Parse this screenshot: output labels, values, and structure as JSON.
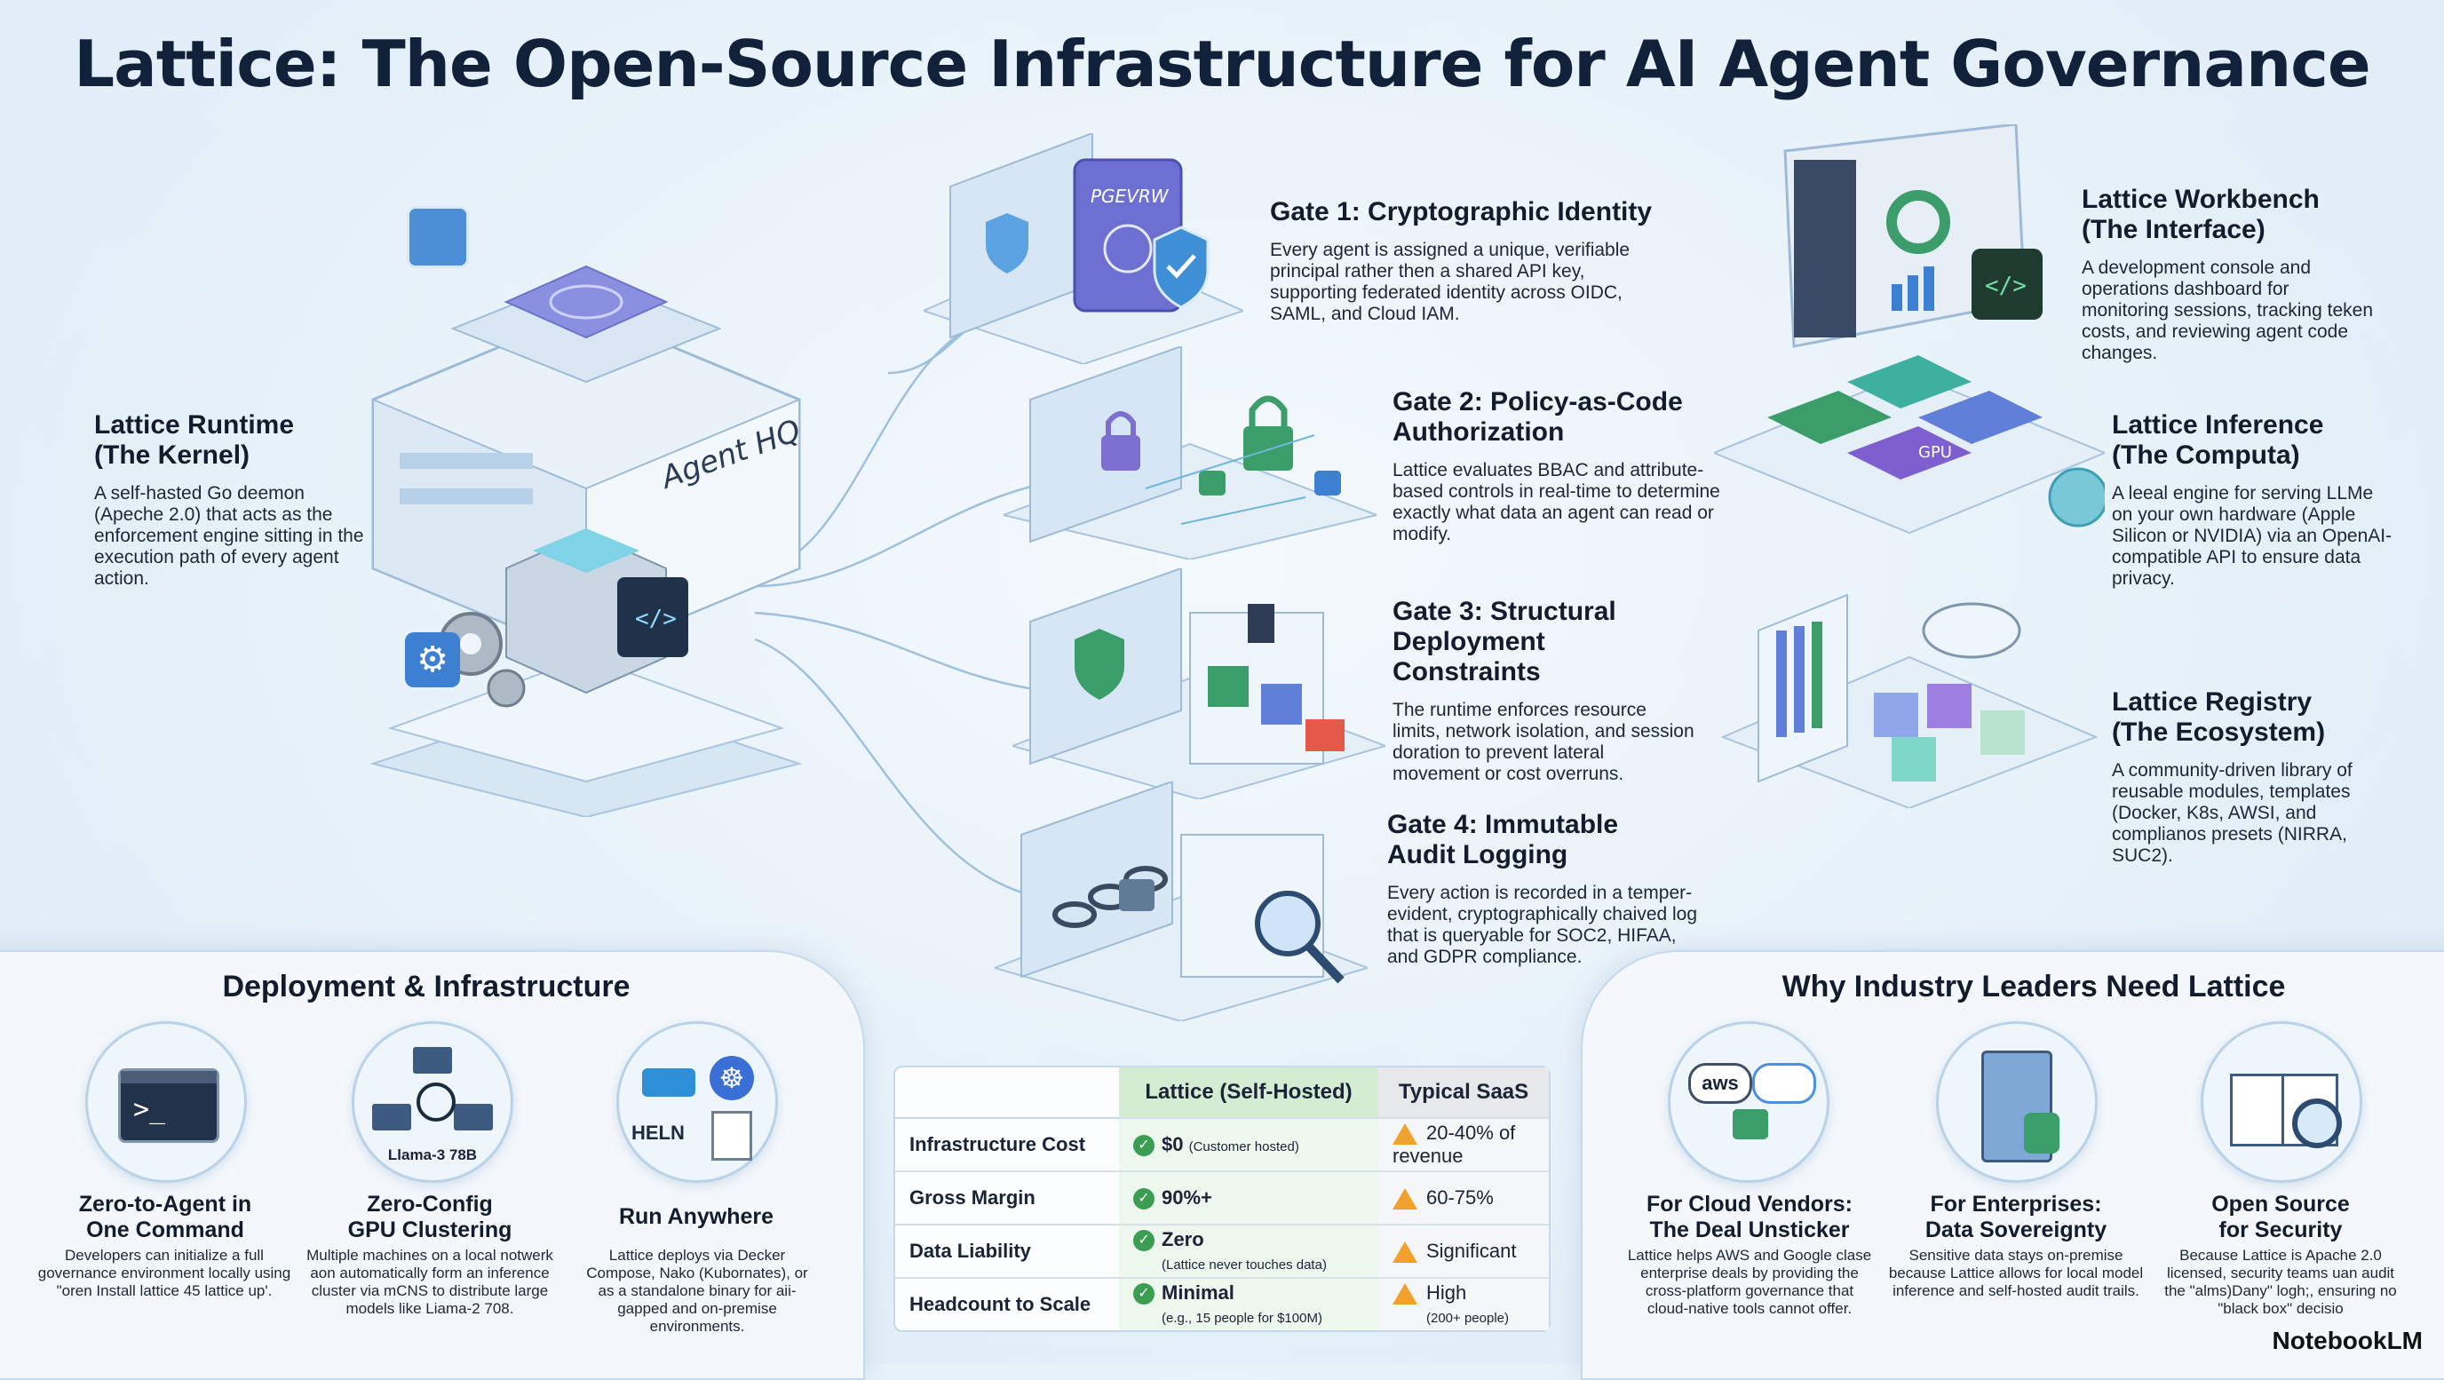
{
  "title": "Lattice: The Open-Source Infrastructure for AI Agent Governance",
  "runtime": {
    "heading": "Lattice Runtime\n(The Kernel)",
    "body": "A self-hasted Go deemon (Apeche 2.0) that acts as the enforcement engine sitting in the execution path of every agent action.",
    "building_label": "Agent HQ"
  },
  "gates": [
    {
      "heading": "Gate 1: Cryptographic Identity",
      "body": "Every agent is assigned a unique, verifiable principal rather then a shared API key, supporting federated identity across OIDC, SAML, and Cloud IAM."
    },
    {
      "heading": "Gate 2: Policy-as-Code\nAuthorization",
      "body": "Lattice evaluates BBAC and attribute-based controls in real-time to determine exactly what data an agent can read or modify."
    },
    {
      "heading": "Gate 3: Structural\nDeployment Constraints",
      "body": "The runtime enforces resource limits, network isolation, and session doration to prevent lateral movement or cost overruns."
    },
    {
      "heading": "Gate 4: Immutable\nAudit Logging",
      "body": "Every action is recorded in a temper-evident, cryptographically chaived log that is queryable for SOC2, HIFAA, and GDPR compliance."
    }
  ],
  "gate1_card_label": "PGEVRW",
  "components": [
    {
      "heading": "Lattice Workbench\n(The Interface)",
      "body": "A development console and operations dashboard for monitoring sessions, tracking teken costs, and reviewing agent code changes."
    },
    {
      "heading": "Lattice Inference\n(The Computa)",
      "body": "A leeal engine for serving LLMe on your own hardware (Apple Silicon or NVIDIA) via an OpenAI-compatible API to ensure data privacy."
    },
    {
      "heading": "Lattice Registry\n(The Ecosystem)",
      "body": "A community-driven library of reusable modules, templates (Docker, K8s, AWSI, and complianos presets (NIRRA, SUC2)."
    }
  ],
  "gpu_chip_label": "GPU",
  "deployment": {
    "section_title": "Deployment & Infrastructure",
    "items": [
      {
        "title": "Zero-to-Agent in\nOne Command",
        "desc": "Developers can initialize a full governance environment locally using \"oren Install lattice 45 lattice up'.",
        "icon_caption": ""
      },
      {
        "title": "Zero-Config\nGPU Clustering",
        "desc": "Multiple machines on a local notwerk aon automatically form an inference cluster via mCNS to distribute large models like Liama-2 708.",
        "icon_caption": "Llama-3 78B"
      },
      {
        "title": "Run Anywhere",
        "desc": "Lattice deploys via Decker Compose, Nako (Kubornates), or as a standalone binary for aii-gapped and on-premise environments.",
        "icon_caption": "HELN"
      }
    ]
  },
  "comparison": {
    "headers": [
      "",
      "Lattice (Self-Hosted)",
      "Typical SaaS"
    ],
    "rows": [
      {
        "label": "Infrastructure Cost",
        "lattice": "$0",
        "lattice_note": "(Customer hosted)",
        "saas": "20-40% of revenue",
        "saas_note": ""
      },
      {
        "label": "Gross Margin",
        "lattice": "90%+",
        "lattice_note": "",
        "saas": "60-75%",
        "saas_note": ""
      },
      {
        "label": "Data Liability",
        "lattice": "Zero",
        "lattice_note": "(Lattice never touches data)",
        "saas": "Significant",
        "saas_note": ""
      },
      {
        "label": "Headcount to Scale",
        "lattice": "Minimal",
        "lattice_note": "(e.g., 15 people for $100M)",
        "saas": "High",
        "saas_note": "(200+ people)"
      }
    ]
  },
  "why": {
    "section_title": "Why Industry Leaders Need Lattice",
    "items": [
      {
        "title": "For Cloud Vendors:\nThe Deal Unsticker",
        "desc": "Lattice helps AWS and Google clase enterprise deals by providing the cross-platform governance that cloud-native tools cannot offer.",
        "icon_caption": "aws"
      },
      {
        "title": "For Enterprises:\nData Sovereignty",
        "desc": "Sensitive data stays on-premise because Lattice allows for local model inference and self-hosted audit trails.",
        "icon_caption": ""
      },
      {
        "title": "Open Source\nfor Security",
        "desc": "Because Lattice is Apache 2.0 licensed, security teams uan audit the \"alms)Dany\" logh;, ensuring no \"black box\" decisio",
        "icon_caption": ""
      }
    ]
  },
  "watermark": "NotebookLM",
  "colors": {
    "title": "#12213a",
    "lattice_header": "#d3ecd2",
    "saas_header": "#e6e8ea",
    "check": "#3a9d52",
    "warning": "#f0a22c"
  }
}
